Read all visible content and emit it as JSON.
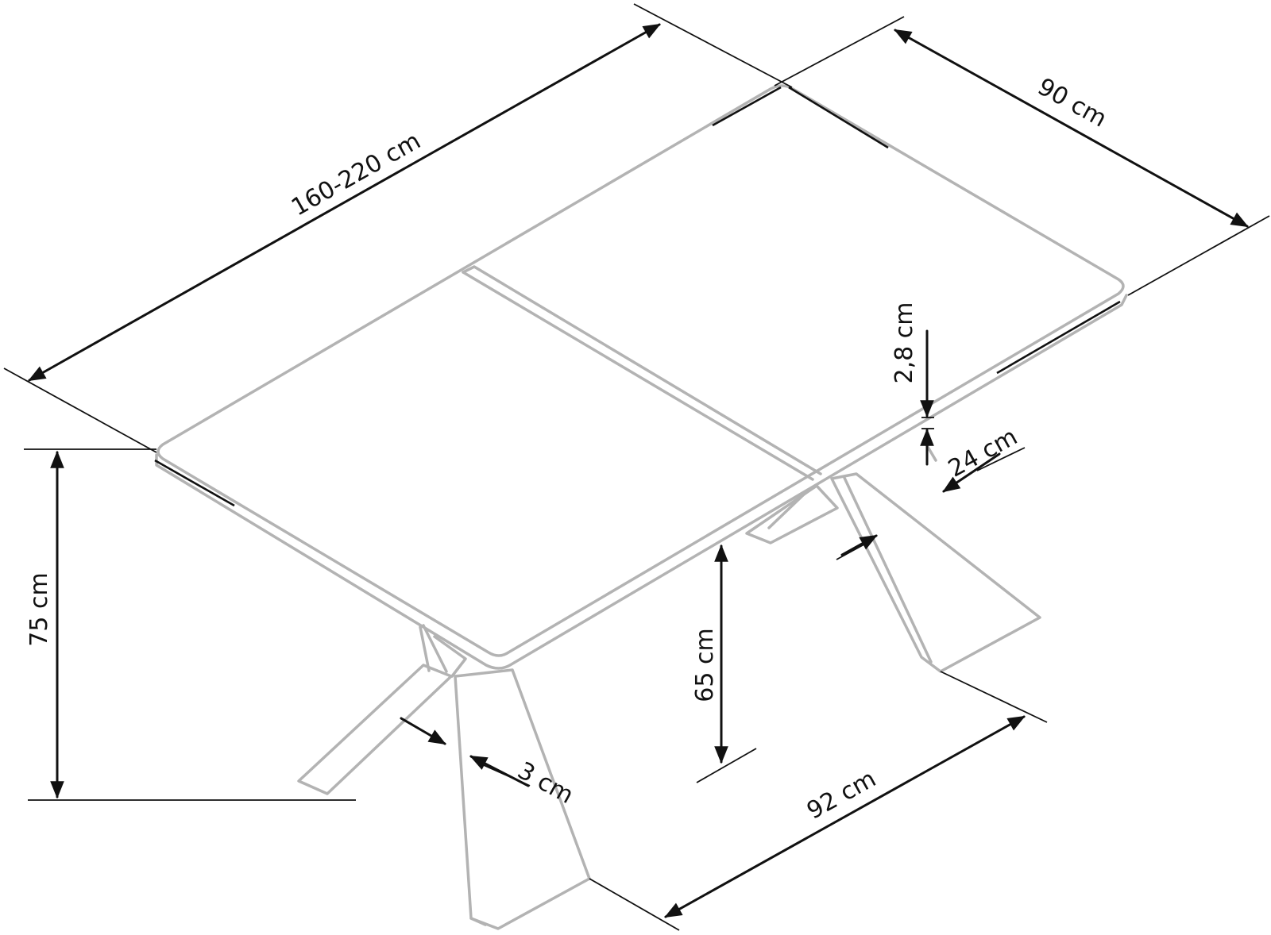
{
  "drawing": {
    "line_color": "#b3b3b3",
    "dimension_color": "#111111",
    "background": "#ffffff"
  },
  "dimensions": {
    "length": "160-220 cm",
    "width": "90 cm",
    "top_thickness": "2,8 cm",
    "leg_width": "24 cm",
    "height": "75 cm",
    "leg_clearance": "65 cm",
    "leg_thickness": "3 cm",
    "base_span": "92 cm"
  }
}
